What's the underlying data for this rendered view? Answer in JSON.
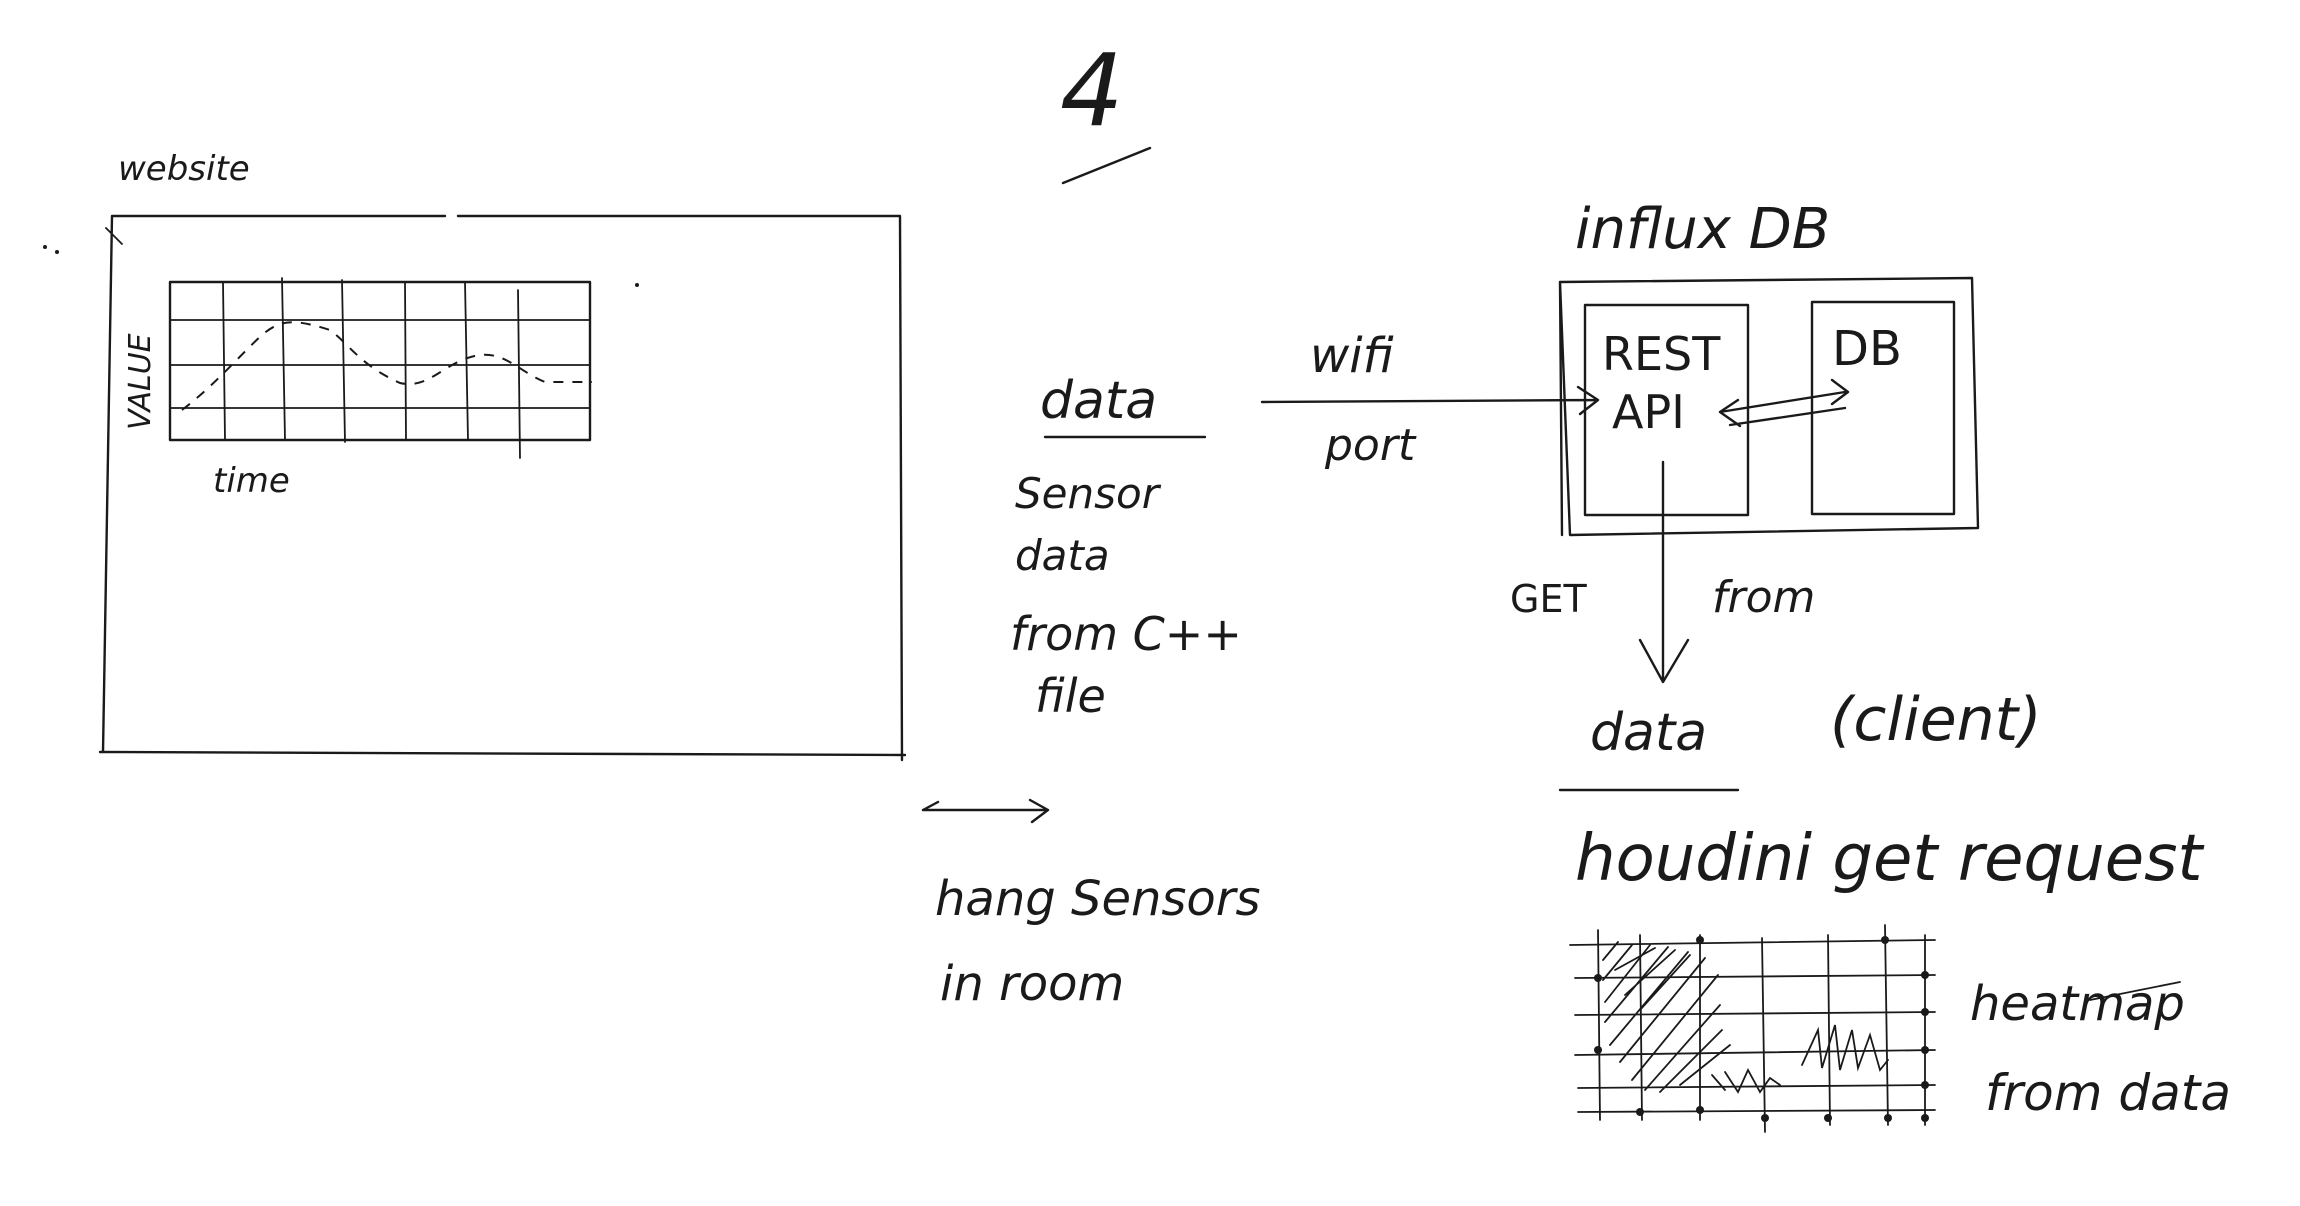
{
  "page_number": "4",
  "website": {
    "label": "website",
    "y_axis_label": "VALUE",
    "x_axis_label": "time"
  },
  "data_source": {
    "heading": "data",
    "description": [
      "Sensor",
      "data",
      "from C++",
      "file"
    ]
  },
  "link": {
    "top_label": "wifi",
    "bottom_label": "port"
  },
  "hang_note": [
    "hang Sensors",
    "in room"
  ],
  "influxdb": {
    "title": "influx DB",
    "rest_api_line1": "REST",
    "rest_api_line2": "API",
    "db_label": "DB"
  },
  "request": {
    "left_label": "GET",
    "right_label": "from"
  },
  "client": {
    "heading": "data",
    "tag": "(client)",
    "description": "houdini get request"
  },
  "heatmap_note": [
    "heatmap",
    "from data"
  ]
}
